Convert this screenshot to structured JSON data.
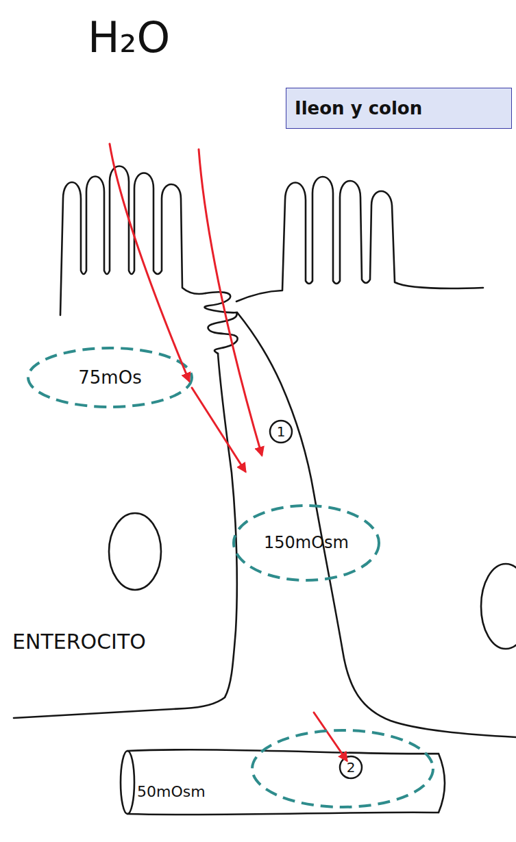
{
  "diagram": {
    "title": "Ileon y colon",
    "nodes": [
      {
        "text": [
          "75mOs"
        ]
      },
      {
        "text": [
          "1"
        ]
      },
      {
        "text": [
          "150mOsm"
        ]
      },
      {
        "text": [
          "50mOsm"
        ]
      },
      {
        "text": [
          "2"
        ],
        "in": 3
      }
    ],
    "labels": [
      "H₂O",
      "ENTEROCITO"
    ]
  }
}
